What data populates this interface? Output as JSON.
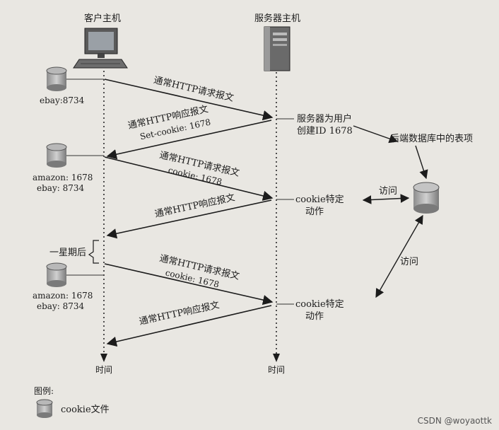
{
  "hosts": {
    "client": "客户主机",
    "server": "服务器主机"
  },
  "time_label": "时间",
  "client_storage": {
    "s1": "ebay:8734",
    "s2a": "amazon: 1678",
    "s2b": "ebay: 8734",
    "s3a": "amazon: 1678",
    "s3b": "ebay: 8734"
  },
  "week_later": "一星期后",
  "messages": {
    "m1": "通常HTTP请求报文",
    "m2a": "通常HTTP响应报文",
    "m2b": "Set-cookie: 1678",
    "m3a": "通常HTTP请求报文",
    "m3b": "cookie: 1678",
    "m4": "通常HTTP响应报文",
    "m5a": "通常HTTP请求报文",
    "m5b": "cookie: 1678",
    "m6": "通常HTTP响应报文"
  },
  "server_actions": {
    "create1": "服务器为用户",
    "create2": "创建ID 1678",
    "action1a": "cookie特定",
    "action1b": "动作",
    "action2a": "cookie特定",
    "action2b": "动作"
  },
  "database": {
    "label": "后端数据库中的表项",
    "access1": "访问",
    "access2": "访问"
  },
  "legend": {
    "title": "图例:",
    "cookie_file": "cookie文件"
  },
  "watermark": "CSDN @woyaottk"
}
